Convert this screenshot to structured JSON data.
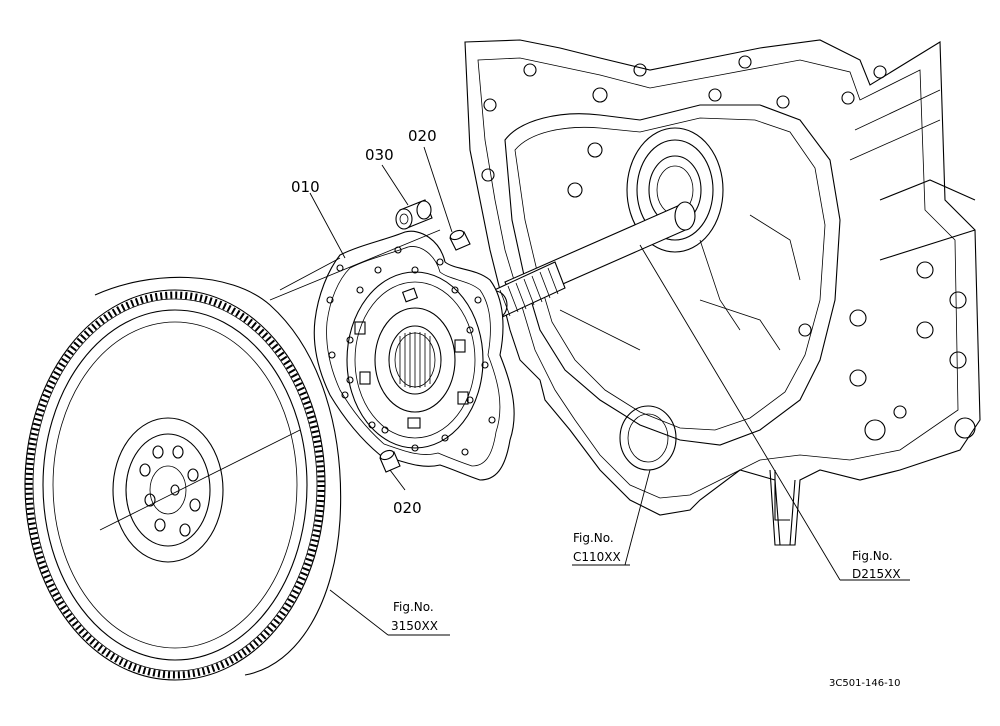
{
  "callouts": {
    "c010": "010",
    "c030": "030",
    "c020_top": "020",
    "c020_bottom": "020"
  },
  "references": {
    "flywheel": {
      "fig": "Fig.No.",
      "code": "3150XX"
    },
    "housing": {
      "fig": "Fig.No.",
      "code": "C110XX"
    },
    "shaft": {
      "fig": "Fig.No.",
      "code": "D215XX"
    }
  },
  "drawing_id": "3C501-146-10"
}
